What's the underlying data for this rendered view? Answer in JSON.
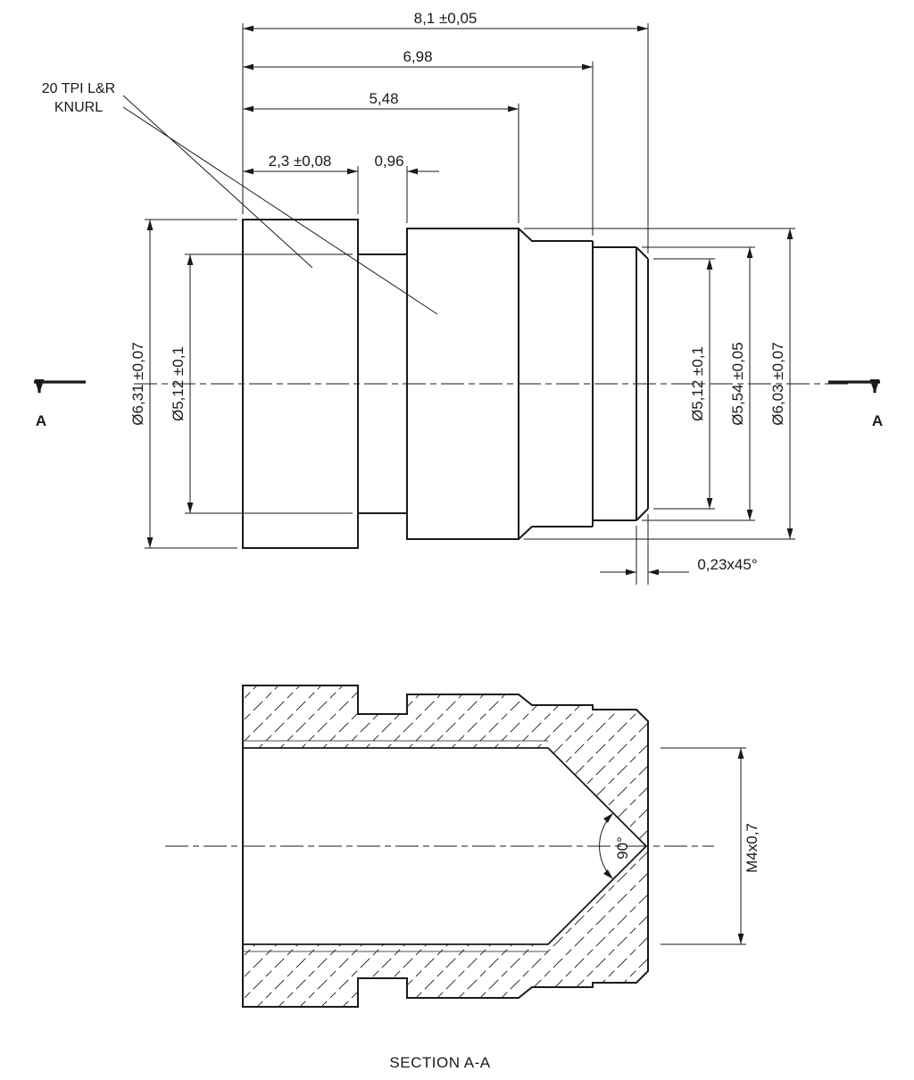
{
  "drawing": {
    "background": "#ffffff",
    "line_color": "#1a1a1a",
    "knurl_note": {
      "line1": "20 TPI L&R",
      "line2": "KNURL"
    },
    "section_cut": {
      "label_left": "A",
      "label_right": "A"
    },
    "top_view": {
      "dim_overall_length": "8,1 ±0,05",
      "dim_length_to_step": "6,98",
      "dim_length_to_knurl2_end": "5,48",
      "dim_knurl1_length": "2,3 ±0,08",
      "dim_groove_width": "0,96",
      "dim_dia_knurl1": "Ø6,31 ±0,07",
      "dim_dia_groove": "Ø5,12 ±0,1",
      "dim_dia_end_face": "Ø5,12 ±0,1",
      "dim_dia_end_section": "Ø5,54 ±0,05",
      "dim_dia_mid_section": "Ø6,03 ±0,07",
      "dim_chamfer": "0,23x45°"
    },
    "section_view": {
      "title": "SECTION A-A",
      "dim_thread": "M4x0,7",
      "dim_cone_angle": "90°"
    }
  }
}
